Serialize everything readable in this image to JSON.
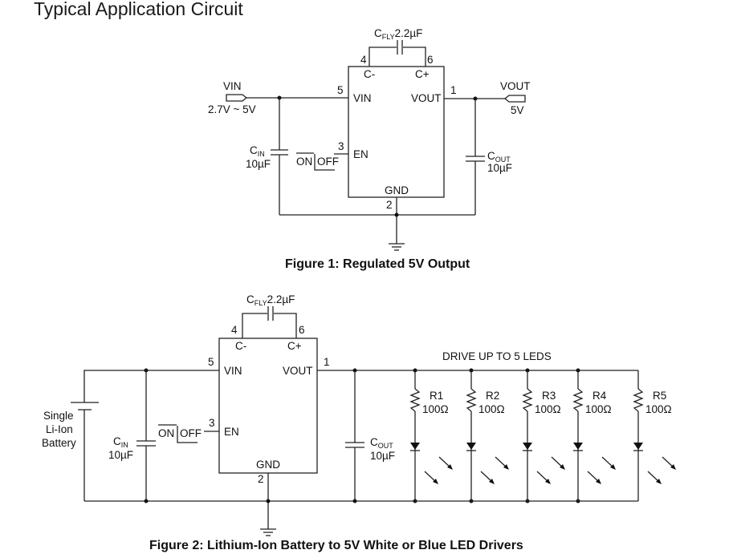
{
  "page_title": "Typical Application Circuit",
  "figure1": {
    "caption": "Figure 1: Regulated 5V Output",
    "cfly": {
      "name": "C",
      "sub": "FLY",
      "value": "2.2µF"
    },
    "cin": {
      "name": "C",
      "sub": "IN",
      "value": "10µF"
    },
    "cout": {
      "name": "C",
      "sub": "OUT",
      "value": "10µF"
    },
    "vin_label": "VIN",
    "vin_range": "2.7V ~ 5V",
    "vout_label": "VOUT",
    "vout_value": "5V",
    "switch_on": "ON",
    "switch_off": "OFF",
    "pins": {
      "c_minus": {
        "num": "4",
        "name": "C-"
      },
      "c_plus": {
        "num": "6",
        "name": "C+"
      },
      "vin": {
        "num": "5",
        "name": "VIN"
      },
      "vout": {
        "num": "1",
        "name": "VOUT"
      },
      "en": {
        "num": "3",
        "name": "EN"
      },
      "gnd": {
        "num": "2",
        "name": "GND"
      }
    }
  },
  "figure2": {
    "caption": "Figure 2: Lithium-Ion Battery to 5V White or Blue LED Drivers",
    "battery_label": [
      "Single",
      "Li-Ion",
      "Battery"
    ],
    "cfly": {
      "name": "C",
      "sub": "FLY",
      "value": "2.2µF"
    },
    "cin": {
      "name": "C",
      "sub": "IN",
      "value": "10µF"
    },
    "cout": {
      "name": "C",
      "sub": "OUT",
      "value": "10µF"
    },
    "switch_on": "ON",
    "switch_off": "OFF",
    "led_header": "DRIVE UP TO 5 LEDS",
    "pins": {
      "c_minus": {
        "num": "4",
        "name": "C-"
      },
      "c_plus": {
        "num": "6",
        "name": "C+"
      },
      "vin": {
        "num": "5",
        "name": "VIN"
      },
      "vout": {
        "num": "1",
        "name": "VOUT"
      },
      "en": {
        "num": "3",
        "name": "EN"
      },
      "gnd": {
        "num": "2",
        "name": "GND"
      }
    },
    "resistors": [
      {
        "name": "R1",
        "value": "100Ω"
      },
      {
        "name": "R2",
        "value": "100Ω"
      },
      {
        "name": "R3",
        "value": "100Ω"
      },
      {
        "name": "R4",
        "value": "100Ω"
      },
      {
        "name": "R5",
        "value": "100Ω"
      }
    ]
  }
}
